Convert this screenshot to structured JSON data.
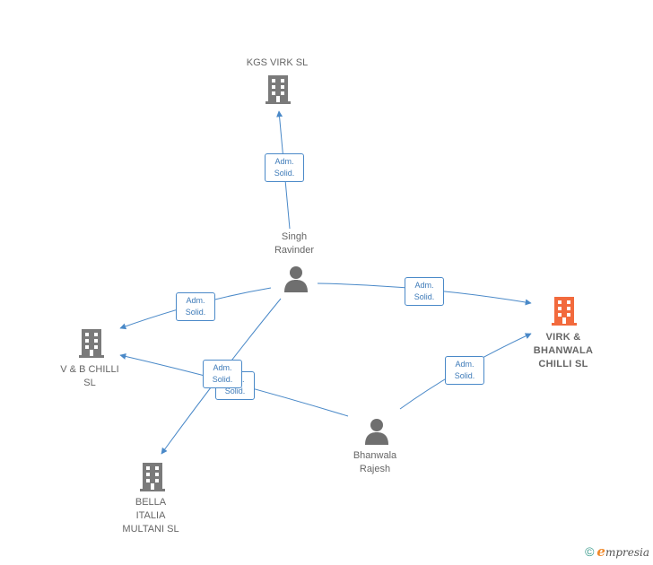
{
  "companies": {
    "kgs": {
      "label": "KGS VIRK  SL"
    },
    "vb": {
      "label_lines": [
        "V & B CHILLI",
        "SL"
      ]
    },
    "bella": {
      "label_lines": [
        "BELLA",
        "ITALIA",
        "MULTANI  SL"
      ]
    },
    "virk": {
      "label_lines": [
        "VIRK &",
        "BHANWALA",
        "CHILLI  SL"
      ]
    }
  },
  "people": {
    "singh": {
      "label_lines": [
        "Singh",
        "Ravinder"
      ]
    },
    "bhanwala": {
      "label_lines": [
        "Bhanwala",
        "Rajesh"
      ]
    }
  },
  "edges": [
    {
      "from": "singh",
      "to": "kgs",
      "label": [
        "Adm.",
        "Solid."
      ]
    },
    {
      "from": "singh",
      "to": "vb",
      "label": [
        "Adm.",
        "Solid."
      ]
    },
    {
      "from": "singh",
      "to": "virk",
      "label": [
        "Adm.",
        "Solid."
      ]
    },
    {
      "from": "singh",
      "to": "bella",
      "label": [
        "Adm.",
        "Solid."
      ]
    },
    {
      "from": "bhanwala",
      "to": "vb",
      "label": [
        "Adm.",
        "Solid."
      ]
    },
    {
      "from": "bhanwala",
      "to": "virk",
      "label": [
        "Adm.",
        "Solid."
      ]
    }
  ],
  "colors": {
    "company": "#7a7a7a",
    "focus_company": "#f26a3d",
    "person": "#6f6f6f",
    "edge": "#4a89c8"
  },
  "footer": {
    "copyright": "©",
    "brand_initial": "e",
    "brand_rest": "mpresia"
  }
}
